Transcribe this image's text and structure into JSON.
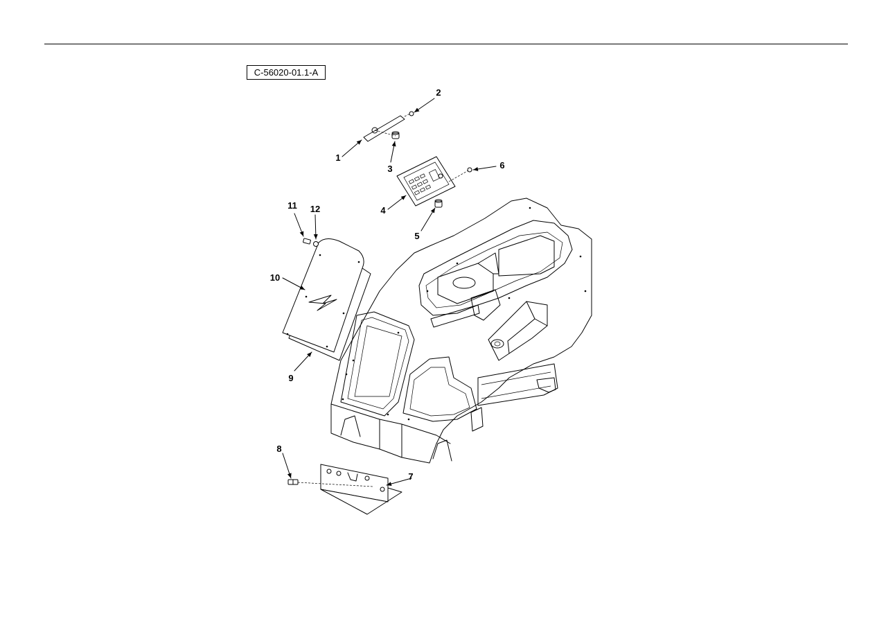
{
  "drawing_id": "C-56020-01.1-A",
  "callouts": [
    "1",
    "2",
    "3",
    "4",
    "5",
    "6",
    "7",
    "8",
    "9",
    "10",
    "11",
    "12"
  ]
}
